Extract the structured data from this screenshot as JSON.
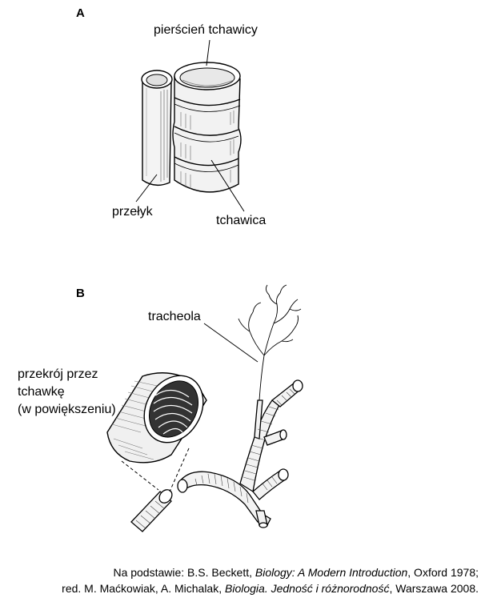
{
  "panel_a": {
    "letter": "A",
    "label_ring": "pierścień tchawicy",
    "label_esophagus": "przełyk",
    "label_trachea": "tchawica"
  },
  "panel_b": {
    "letter": "B",
    "label_tracheole": "tracheola",
    "label_section_line1": "przekrój przez",
    "label_section_line2": "tchawkę",
    "label_section_line3": "(w powiększeniu)"
  },
  "source": {
    "line1_prefix": "Na podstawie: B.S. Beckett, ",
    "line1_title": "Biology: A Modern Introduction",
    "line1_suffix": ", Oxford 1978;",
    "line2_prefix": "red. M. Maćkowiak, A. Michalak, ",
    "line2_title": "Biologia. Jedność i różnorodność",
    "line2_suffix": ", Warszawa 2008."
  }
}
